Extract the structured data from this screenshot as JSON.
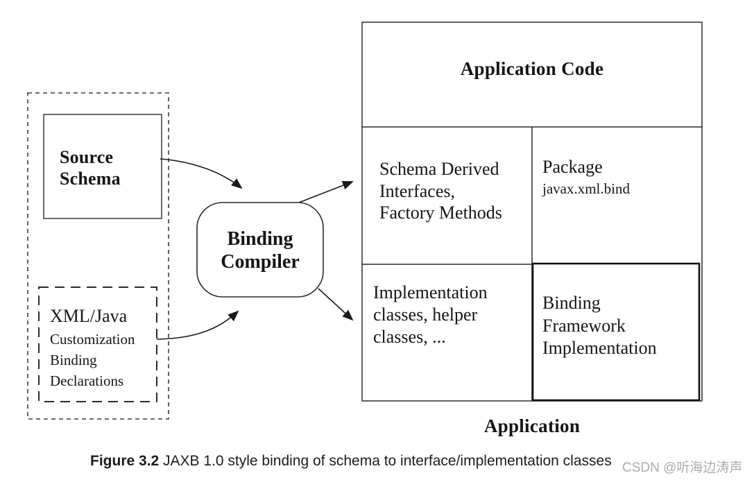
{
  "diagram": {
    "source_schema": {
      "label": "Source\nSchema"
    },
    "customization": {
      "title": "XML/Java",
      "lines": "Customization\nBinding\nDeclarations"
    },
    "binding_compiler": {
      "label": "Binding\nCompiler"
    },
    "application": {
      "code_label": "Application Code",
      "schema_derived": "Schema Derived\nInterfaces,\nFactory Methods",
      "package_title": "Package",
      "package_name": "javax.xml.bind",
      "impl_classes": "Implementation\nclasses, helper\nclasses, ...",
      "binding_framework": "Binding\nFramework\nImplementation",
      "app_label": "Application"
    }
  },
  "caption": {
    "figure_label": "Figure 3.2",
    "text": " JAXB 1.0 style binding of schema to interface/implementation classes"
  },
  "watermark": "CSDN @听海边涛声",
  "colors": {
    "ink": "#1a1a1a",
    "watermark": "#acacac",
    "background": "#ffffff"
  }
}
